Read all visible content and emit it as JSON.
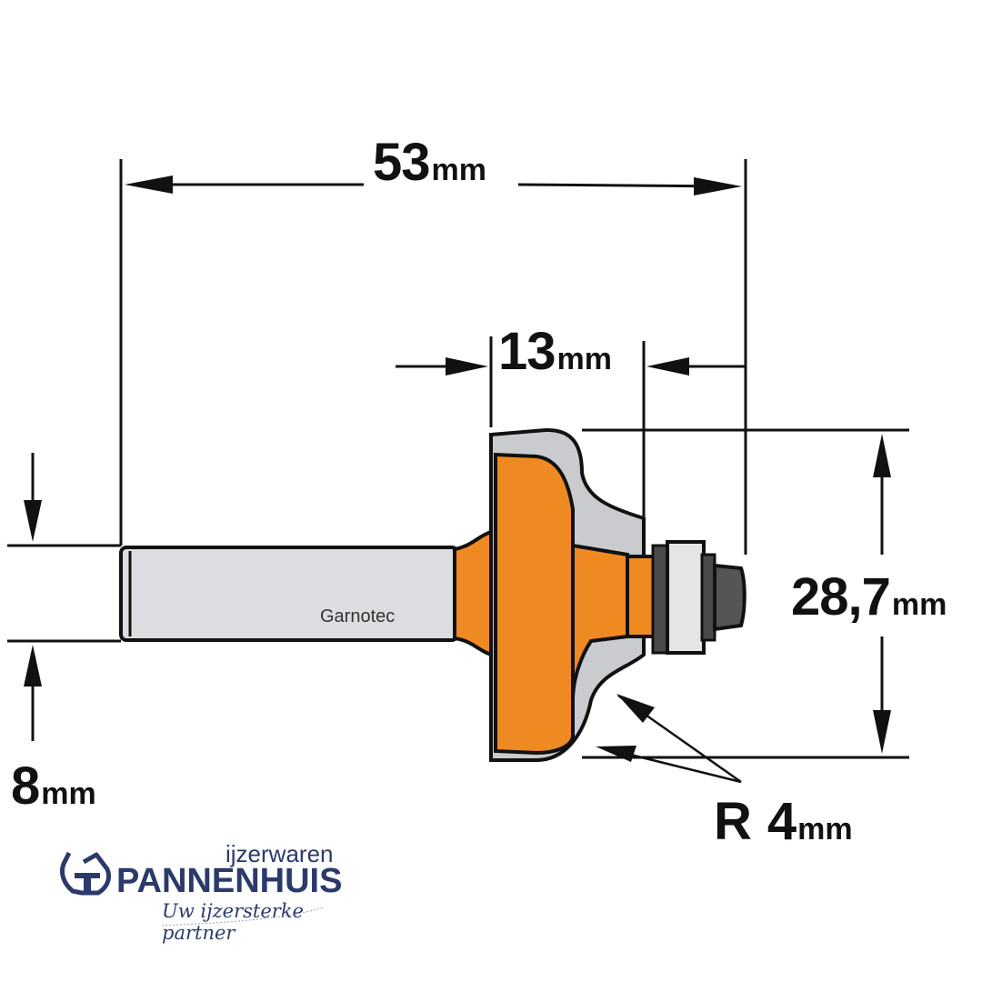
{
  "diagram": {
    "subject": "Router bit (roundover / ogee profile) technical drawing",
    "dimensions": {
      "overall_length": {
        "value": "53",
        "unit": "mm"
      },
      "cutting_height": {
        "value": "13",
        "unit": "mm"
      },
      "cutting_diameter": {
        "value": "28,7",
        "unit": "mm"
      },
      "shank_diameter": {
        "value": "8",
        "unit": "mm"
      },
      "radius": {
        "prefix": "R",
        "value": "4",
        "unit": "mm"
      }
    },
    "shank_label": "Garnotec",
    "colors": {
      "cutter_body": "#ef8a22",
      "carbide": "#c9cbce",
      "shank": "#dcdde0",
      "bearing": "#e4e5e7",
      "bearing_nut": "#4a4a4a",
      "outline": "#111111"
    }
  },
  "logo": {
    "sub": "ijzerwaren",
    "brand": "PANNENHUIS",
    "slogan": "Uw ijzersterke partner",
    "color": "#2b3a6b"
  }
}
